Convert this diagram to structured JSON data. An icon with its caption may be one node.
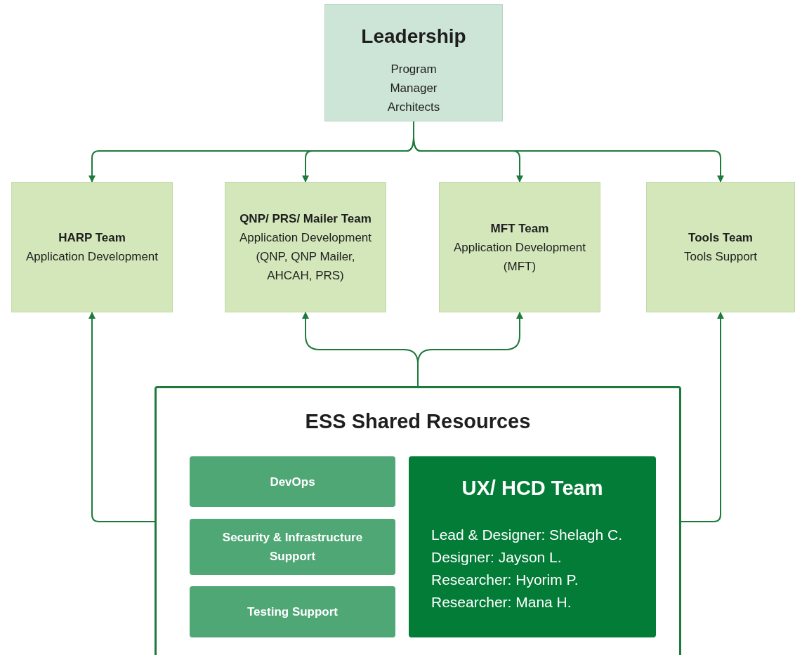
{
  "diagram": {
    "nodes": [
      {
        "text": [
          "Leadership",
          "Program Manager Architects"
        ]
      },
      {
        "text": [
          "HARP Team",
          "Application Development"
        ]
      },
      {
        "text": [
          "QNP/ PRS/ Mailer Team",
          "Application Development (QNP, QNP Mailer, AHCAH, PRS)"
        ]
      },
      {
        "text": [
          "MFT Team",
          "Application Development (MFT)"
        ]
      },
      {
        "text": [
          "Tools Team",
          "Tools Support"
        ]
      },
      {
        "text": [
          "ESS Shared Resources"
        ]
      },
      {
        "text": [
          "DevOps"
        ],
        "in": 5
      },
      {
        "text": [
          "Security & Infrastructure Support"
        ],
        "in": 5
      },
      {
        "text": [
          "Testing Support"
        ],
        "in": 5
      },
      {
        "text": [
          "UX/ HCD Team",
          "Lead & Designer: Shelagh C.",
          "Designer: Jayson L.",
          "Researcher: Hyorim P.",
          "Researcher: Mana H."
        ],
        "in": 5
      }
    ],
    "edges": [
      {
        "from": 0,
        "to": 1,
        "arrow": "to"
      },
      {
        "from": 0,
        "to": 2,
        "arrow": "to"
      },
      {
        "from": 0,
        "to": 3,
        "arrow": "to"
      },
      {
        "from": 0,
        "to": 4,
        "arrow": "to"
      },
      {
        "from": 5,
        "to": 1,
        "arrow": "to"
      },
      {
        "from": 5,
        "to": 2,
        "arrow": "to"
      },
      {
        "from": 5,
        "to": 3,
        "arrow": "to"
      },
      {
        "from": 5,
        "to": 4,
        "arrow": "to"
      }
    ]
  }
}
